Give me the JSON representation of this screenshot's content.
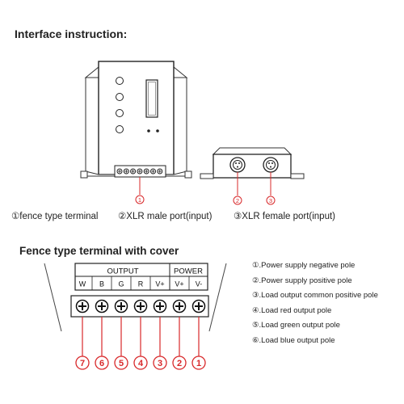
{
  "section1": {
    "title": "Interface instruction:",
    "labels": [
      "①fence type terminal",
      "②XLR male port(input)",
      "③XLR female port(input)"
    ]
  },
  "section2": {
    "title": "Fence type terminal with cover",
    "group_labels": {
      "output": "OUTPUT",
      "power": "POWER"
    },
    "pins": [
      "W",
      "B",
      "G",
      "R",
      "V+",
      "V+",
      "V-"
    ],
    "numbers": [
      "7",
      "6",
      "5",
      "4",
      "3",
      "2",
      "1"
    ],
    "legend": [
      "①.Power supply negative pole",
      "②.Power supply positive pole",
      "③.Load output common positive pole",
      "④.Load red output pole",
      "⑤.Load green output pole",
      "⑥.Load blue output pole"
    ]
  },
  "callouts": [
    "1",
    "2",
    "3"
  ],
  "accent_color": "#d8282a"
}
